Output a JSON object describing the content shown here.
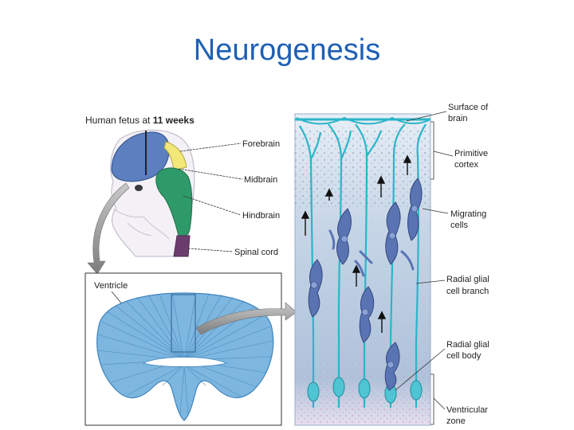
{
  "title": "Neurogenesis",
  "colors": {
    "title": "#1f5fb4",
    "forebrain": "#5b7fbf",
    "midbrain_cap": "#f3e77a",
    "hindbrain": "#2e9a6a",
    "spinal_cord": "#6b3d6e",
    "fetus_skin": "#f4f1f6",
    "cortex_bg": "#b9cbe0",
    "radial_glia": "#2bb5c8",
    "migrating_cell": "#5a73b3",
    "ventricle_section": "#6aaad6"
  },
  "fetus_panel": {
    "heading_prefix": "Human fetus at ",
    "heading_bold": "11 weeks",
    "labels": [
      "Forebrain",
      "Midbrain",
      "Hindbrain",
      "Spinal cord"
    ]
  },
  "section_panel": {
    "label": "Ventricle"
  },
  "cortex_panel": {
    "labels": [
      [
        "Surface of",
        "brain"
      ],
      [
        "Primitive",
        "cortex"
      ],
      [
        "Migrating",
        "cells"
      ],
      [
        "Radial glial",
        "cell branch"
      ],
      [
        "Radial glial",
        "cell body"
      ],
      [
        "Ventricular",
        "zone"
      ]
    ]
  }
}
